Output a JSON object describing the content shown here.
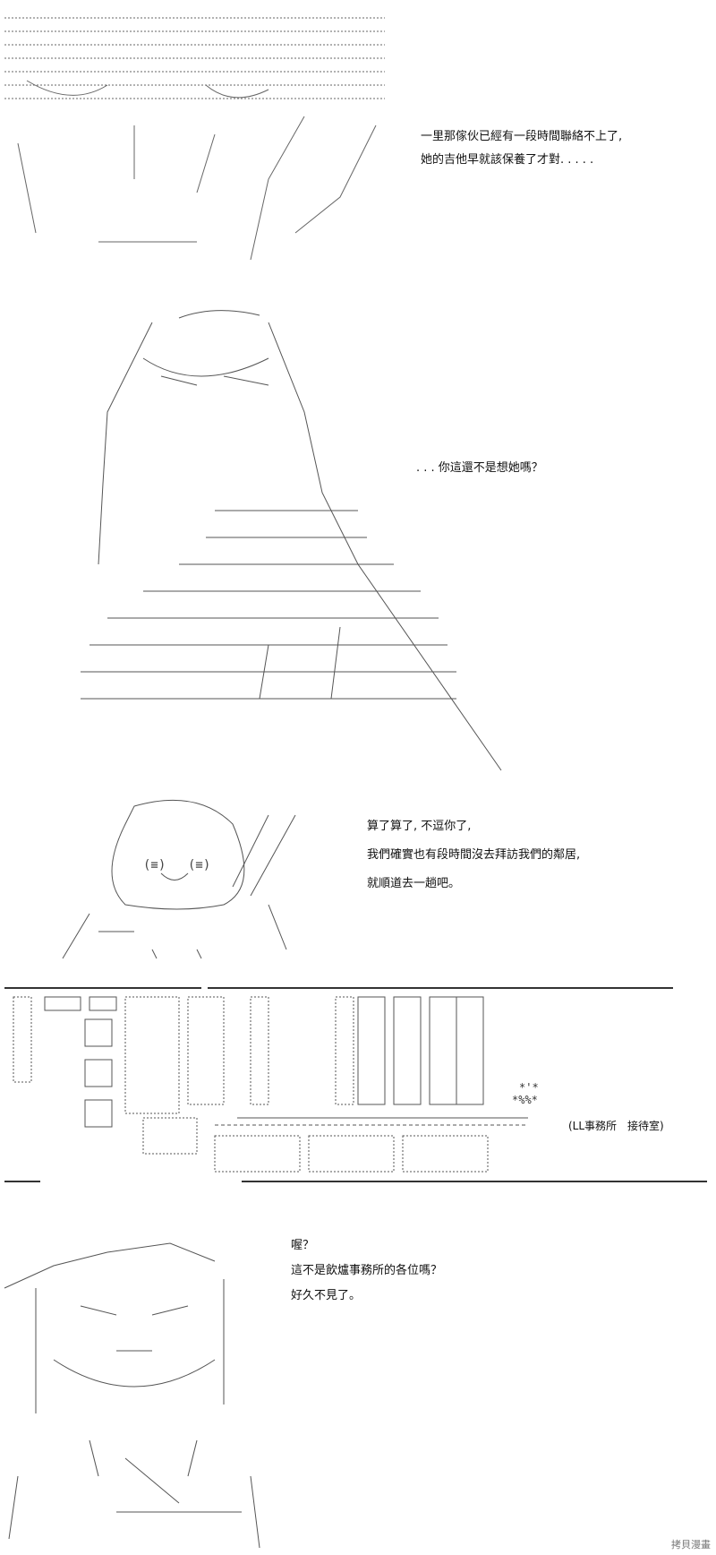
{
  "panels": [
    {
      "lines": [
        "一里那傢伙已經有一段時間聯絡不上了,",
        "她的吉他早就該保養了才對. . . . ."
      ]
    },
    {
      "lines": [
        ". . . 你這還不是想她嗎？"
      ]
    },
    {
      "lines": [
        "算了算了, 不逗你了,",
        "我們確實也有段時間沒去拜訪我們的鄰居,",
        "就順道去一趟吧。"
      ]
    },
    {
      "location": "(LL事務所　接待室)",
      "lines": [
        "喔？",
        "這不是飲爐事務所的各位嗎？",
        "好久不見了。"
      ]
    }
  ],
  "watermark": "拷貝漫畫"
}
